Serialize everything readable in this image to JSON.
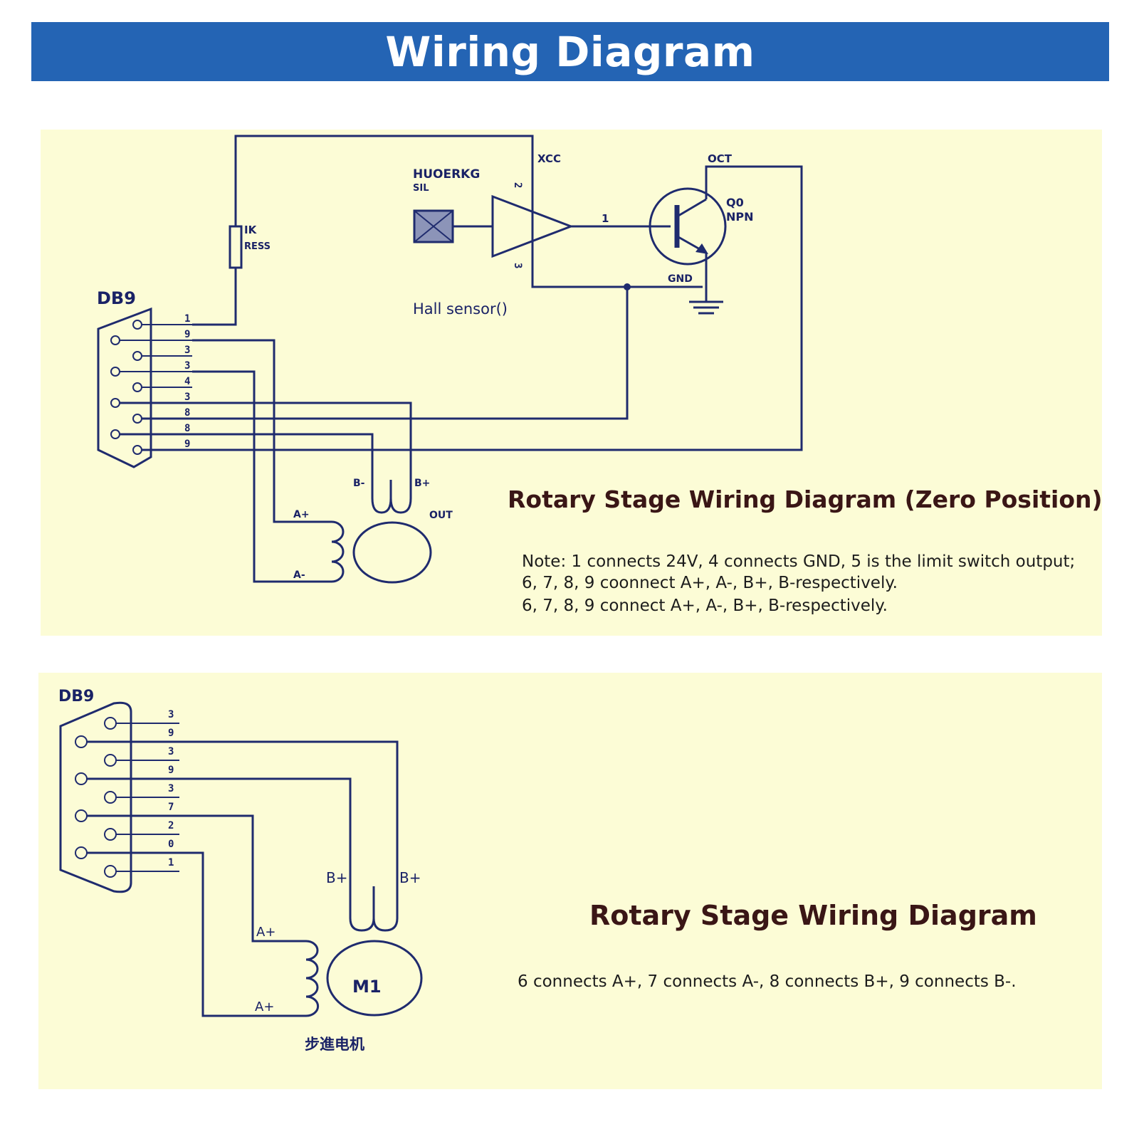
{
  "header": {
    "title": "Wiring Diagram"
  },
  "diagram1": {
    "title": "Rotary Stage Wiring Diagram (Zero Position)",
    "note_lines": [
      "Note: 1 connects 24V, 4 connects GND, 5 is the limit switch output;",
      "6, 7, 8, 9 coonnect A+, A-, B+, B-respectively.",
      "6, 7, 8, 9 connect A+, A-, B+, B-respectively."
    ],
    "connector_label": "DB9",
    "pin_labels": [
      "1",
      "9",
      "3",
      "3",
      "4",
      "3",
      "8",
      "8",
      "9"
    ],
    "resistor_label_1": "IK",
    "resistor_label_2": "RESS",
    "sensor_label_1": "HUOERKG",
    "sensor_label_2": "SIL",
    "sensor_caption": "Hall sensor()",
    "vcc_label": "XCC",
    "out_label": "OCT",
    "gnd_label": "GND",
    "transistor_label_1": "Q0",
    "transistor_label_2": "NPN",
    "amp_pin_top": "2",
    "amp_pin_bottom": "3",
    "amp_output_pin": "1",
    "motor_labels": {
      "b_minus": "B-",
      "b_plus": "B+",
      "a_plus": "A+",
      "a_minus": "A-",
      "out": "OUT"
    }
  },
  "diagram2": {
    "title": "Rotary Stage Wiring Diagram",
    "note": "6 connects A+, 7 connects A-, 8 connects B+, 9 connects B-.",
    "connector_label": "DB9",
    "pin_labels": [
      "3",
      "9",
      "3",
      "9",
      "3",
      "7",
      "2",
      "0",
      "1"
    ],
    "motor_label": "M1",
    "motor_caption": "步進电机",
    "motor_labels": {
      "b_left": "B+",
      "b_right": "B+",
      "a_top": "A+",
      "a_bottom": "A+"
    }
  },
  "colors": {
    "banner": "#2464b4",
    "panel": "#fcfcd6",
    "wire": "#1f2b6e",
    "heading": "#3a1616"
  }
}
